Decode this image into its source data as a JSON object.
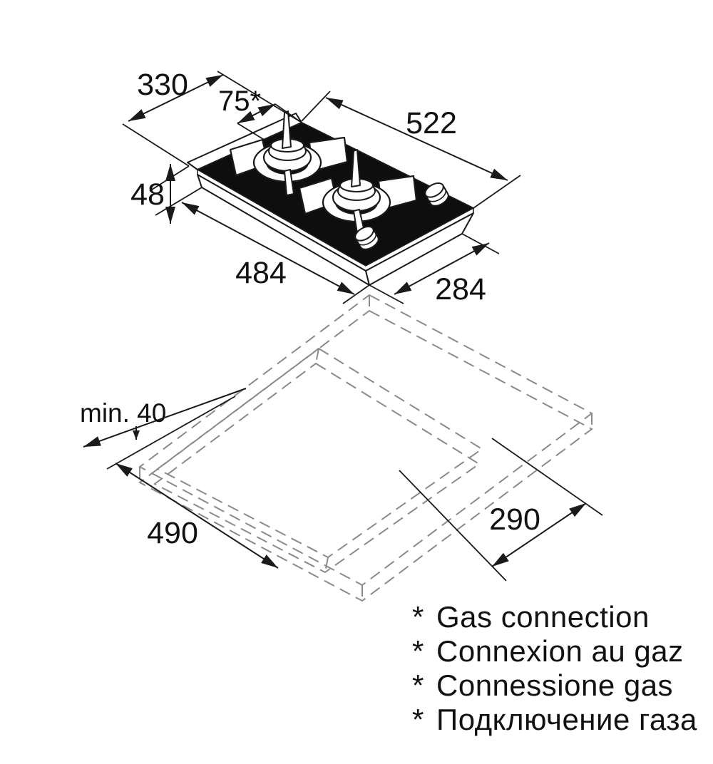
{
  "diagram": {
    "kind": "gas-hob-installation-drawing",
    "hob": {
      "dimensions": {
        "top_depth": "330",
        "gas_connection_offset": "75*",
        "top_width": "522",
        "height": "48",
        "body_width": "484",
        "body_depth": "284"
      }
    },
    "cutout": {
      "dimensions": {
        "front_clearance": "min. 40",
        "width": "490",
        "depth": "290"
      }
    },
    "footnotes": [
      {
        "marker": "*",
        "label": "Gas connection"
      },
      {
        "marker": "*",
        "label": "Connexion au gaz"
      },
      {
        "marker": "*",
        "label": "Connessione gas"
      },
      {
        "marker": "*",
        "label": "Подключение газа"
      }
    ],
    "colors": {
      "line": "#1a1a1a",
      "dashed": "#8a8a8a",
      "glass": "#0e0e0e",
      "paper": "#ffffff"
    }
  }
}
